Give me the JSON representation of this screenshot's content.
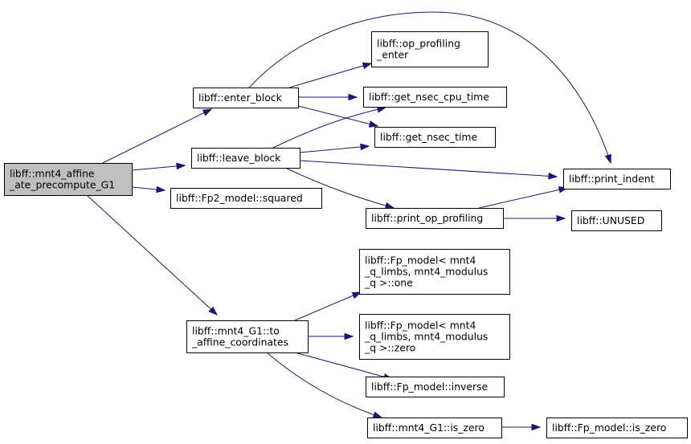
{
  "colors": {
    "edge": "#191970",
    "root_fill": "#bfbfbf",
    "node_fill": "#ffffff",
    "border": "#000000"
  },
  "nodes": {
    "root": [
      "libff::mnt4_affine",
      "_ate_precompute_G1"
    ],
    "enter_block": [
      "libff::enter_block"
    ],
    "leave_block": [
      "libff::leave_block"
    ],
    "fp2_squared": [
      "libff::Fp2_model::squared"
    ],
    "to_affine": [
      "libff::mnt4_G1::to",
      "_affine_coordinates"
    ],
    "op_prof_enter": [
      "libff::op_profiling",
      "_enter"
    ],
    "get_cpu_time": [
      "libff::get_nsec_cpu_time"
    ],
    "get_nsec_time": [
      "libff::get_nsec_time"
    ],
    "print_indent": [
      "libff::print_indent"
    ],
    "print_op_prof": [
      "libff::print_op_profiling"
    ],
    "unused": [
      "libff::UNUSED"
    ],
    "fp_one": [
      "libff::Fp_model< mnt4",
      "_q_limbs, mnt4_modulus",
      "_q >::one"
    ],
    "fp_zero": [
      "libff::Fp_model< mnt4",
      "_q_limbs, mnt4_modulus",
      "_q >::zero"
    ],
    "fp_inverse": [
      "libff::Fp_model::inverse"
    ],
    "g1_is_zero": [
      "libff::mnt4_G1::is_zero"
    ],
    "fp_is_zero": [
      "libff::Fp_model::is_zero"
    ]
  },
  "edges": [
    [
      "root",
      "enter_block"
    ],
    [
      "root",
      "leave_block"
    ],
    [
      "root",
      "fp2_squared"
    ],
    [
      "root",
      "to_affine"
    ],
    [
      "enter_block",
      "op_prof_enter"
    ],
    [
      "enter_block",
      "get_cpu_time"
    ],
    [
      "enter_block",
      "get_nsec_time"
    ],
    [
      "enter_block",
      "print_indent"
    ],
    [
      "leave_block",
      "get_cpu_time"
    ],
    [
      "leave_block",
      "get_nsec_time"
    ],
    [
      "leave_block",
      "print_indent"
    ],
    [
      "leave_block",
      "print_op_prof"
    ],
    [
      "print_op_prof",
      "print_indent"
    ],
    [
      "print_op_prof",
      "unused"
    ],
    [
      "to_affine",
      "fp_one"
    ],
    [
      "to_affine",
      "fp_zero"
    ],
    [
      "to_affine",
      "fp_inverse"
    ],
    [
      "to_affine",
      "g1_is_zero"
    ],
    [
      "g1_is_zero",
      "fp_is_zero"
    ]
  ]
}
